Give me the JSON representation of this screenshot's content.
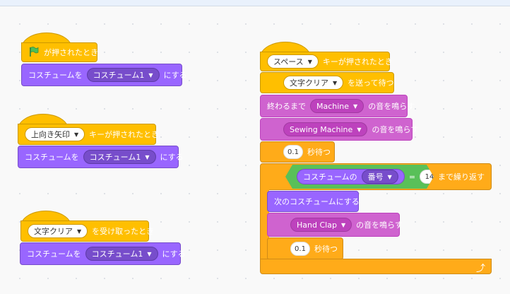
{
  "script1": {
    "hat_label": "が押されたとき",
    "costume_prefix": "コスチュームを",
    "costume_value": "コスチューム1",
    "costume_suffix": "にする"
  },
  "script2": {
    "key_value": "上向き矢印",
    "hat_label": "キーが押されたとき",
    "costume_prefix": "コスチュームを",
    "costume_value": "コスチューム1",
    "costume_suffix": "にする"
  },
  "script3": {
    "message_value": "文字クリア",
    "hat_label": "を受け取ったとき",
    "costume_prefix": "コスチュームを",
    "costume_value": "コスチューム1",
    "costume_suffix": "にする"
  },
  "script4": {
    "key_value": "スペース",
    "hat_label": "キーが押されたとき",
    "broadcast_value": "文字クリア",
    "broadcast_suffix": "を送って待つ",
    "play_until_prefix": "終わるまで",
    "play_until_sound": "Machine",
    "play_until_suffix": "の音を鳴らす",
    "start_sound_value": "Sewing Machine",
    "start_sound_suffix": "の音を鳴らす",
    "wait1_value": "0.1",
    "wait1_suffix": "秒待つ",
    "repeat_reporter_label": "コスチュームの",
    "repeat_reporter_value": "番号",
    "repeat_op": "=",
    "repeat_number": "14",
    "repeat_suffix": "まで繰り返す",
    "next_costume": "次のコスチュームにする",
    "inner_sound_value": "Hand Clap",
    "inner_sound_suffix": "の音を鳴らす",
    "wait2_value": "0.1",
    "wait2_suffix": "秒待つ"
  },
  "colors": {
    "events": "#ffbf00",
    "looks": "#9966ff",
    "sound": "#cf63cf",
    "control": "#ffab19",
    "operators": "#59c059"
  },
  "icons": [
    "green-flag-icon",
    "dropdown-caret-icon",
    "loop-arrow-icon"
  ]
}
